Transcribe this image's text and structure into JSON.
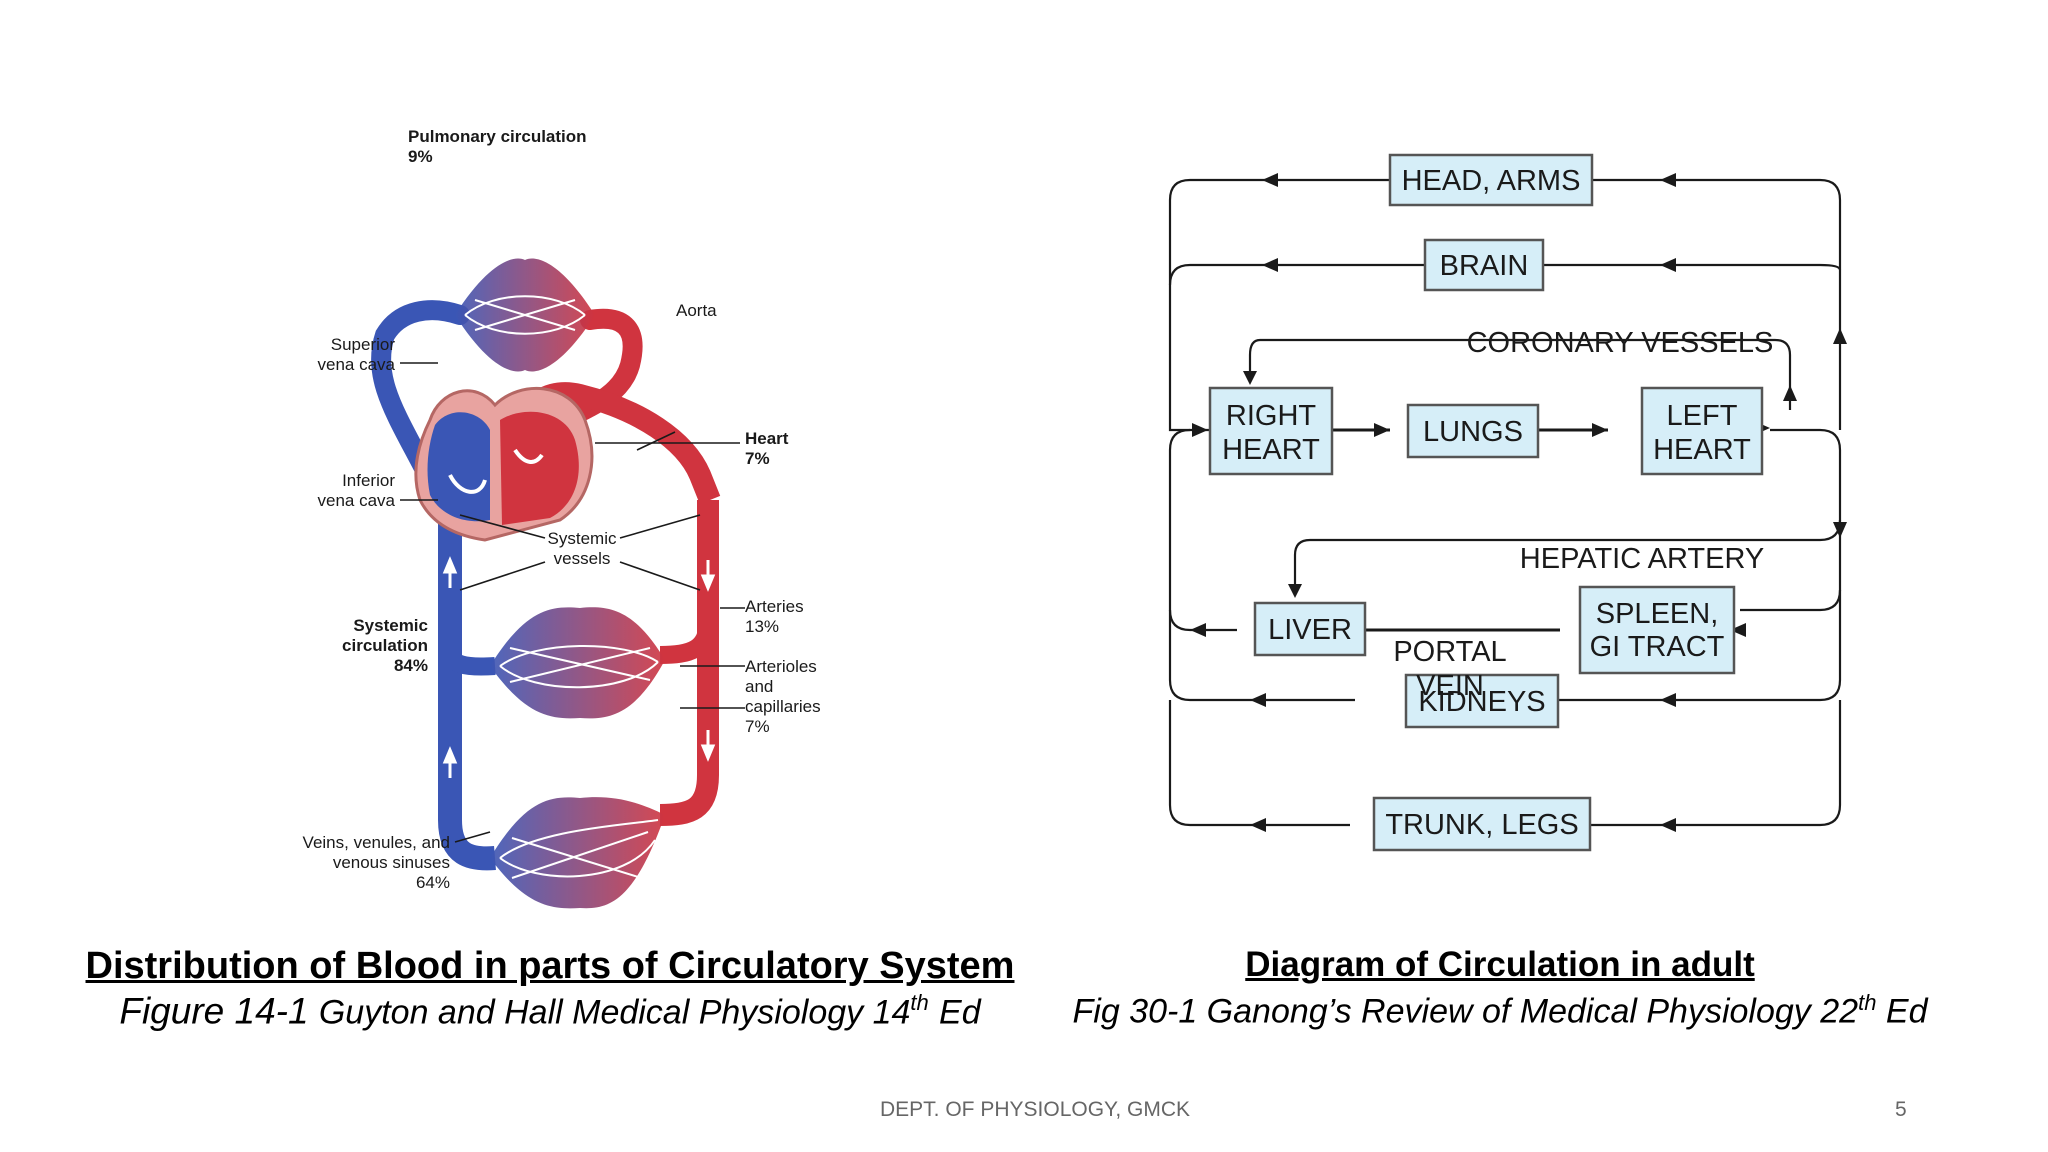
{
  "left_figure": {
    "labels": {
      "pulmonary": "Pulmonary circulation",
      "pulmonary_pct": "9%",
      "aorta": "Aorta",
      "svc_1": "Superior",
      "svc_2": "vena cava",
      "ivc_1": "Inferior",
      "ivc_2": "vena cava",
      "heart": "Heart",
      "heart_pct": "7%",
      "systemic_vessels_1": "Systemic",
      "systemic_vessels_2": "vessels",
      "systemic_circ_1": "Systemic",
      "systemic_circ_2": "circulation",
      "systemic_circ_pct": "84%",
      "arteries": "Arteries",
      "arteries_pct": "13%",
      "arterioles_1": "Arterioles",
      "arterioles_2": "and",
      "arterioles_3": "capillaries",
      "arterioles_pct": "7%",
      "veins_1": "Veins, venules, and",
      "veins_2": "venous sinuses",
      "veins_pct": "64%"
    },
    "colors": {
      "venous": "#3a56b5",
      "arterial": "#d0343f",
      "heart_outline": "#e8a3a0"
    }
  },
  "right_figure": {
    "boxes": {
      "head_arms": "HEAD, ARMS",
      "brain": "BRAIN",
      "right_heart_1": "RIGHT",
      "right_heart_2": "HEART",
      "lungs": "LUNGS",
      "left_heart_1": "LEFT",
      "left_heart_2": "HEART",
      "liver": "LIVER",
      "spleen_1": "SPLEEN,",
      "spleen_2": "GI TRACT",
      "kidneys": "KIDNEYS",
      "trunk_legs": "TRUNK, LEGS"
    },
    "labels": {
      "coronary": "CORONARY VESSELS",
      "hepatic": "HEPATIC ARTERY",
      "portal_1": "PORTAL",
      "portal_2": "VEIN"
    },
    "colors": {
      "box_fill": "#d6eef8"
    }
  },
  "captions": {
    "left_title": "Distribution of Blood in parts of Circulatory System",
    "left_fig": "Figure 14-1",
    "left_src": "Guyton and Hall Medical Physiology 14",
    "left_sup": "th",
    "left_ed": "Ed",
    "right_title": "Diagram of Circulation in adult",
    "right_src": "Fig 30-1 Ganong’s Review of Medical Physiology 22",
    "right_sup": "th",
    "right_ed": "Ed"
  },
  "footer": {
    "dept": "DEPT. OF PHYSIOLOGY, GMCK",
    "page": "5"
  }
}
